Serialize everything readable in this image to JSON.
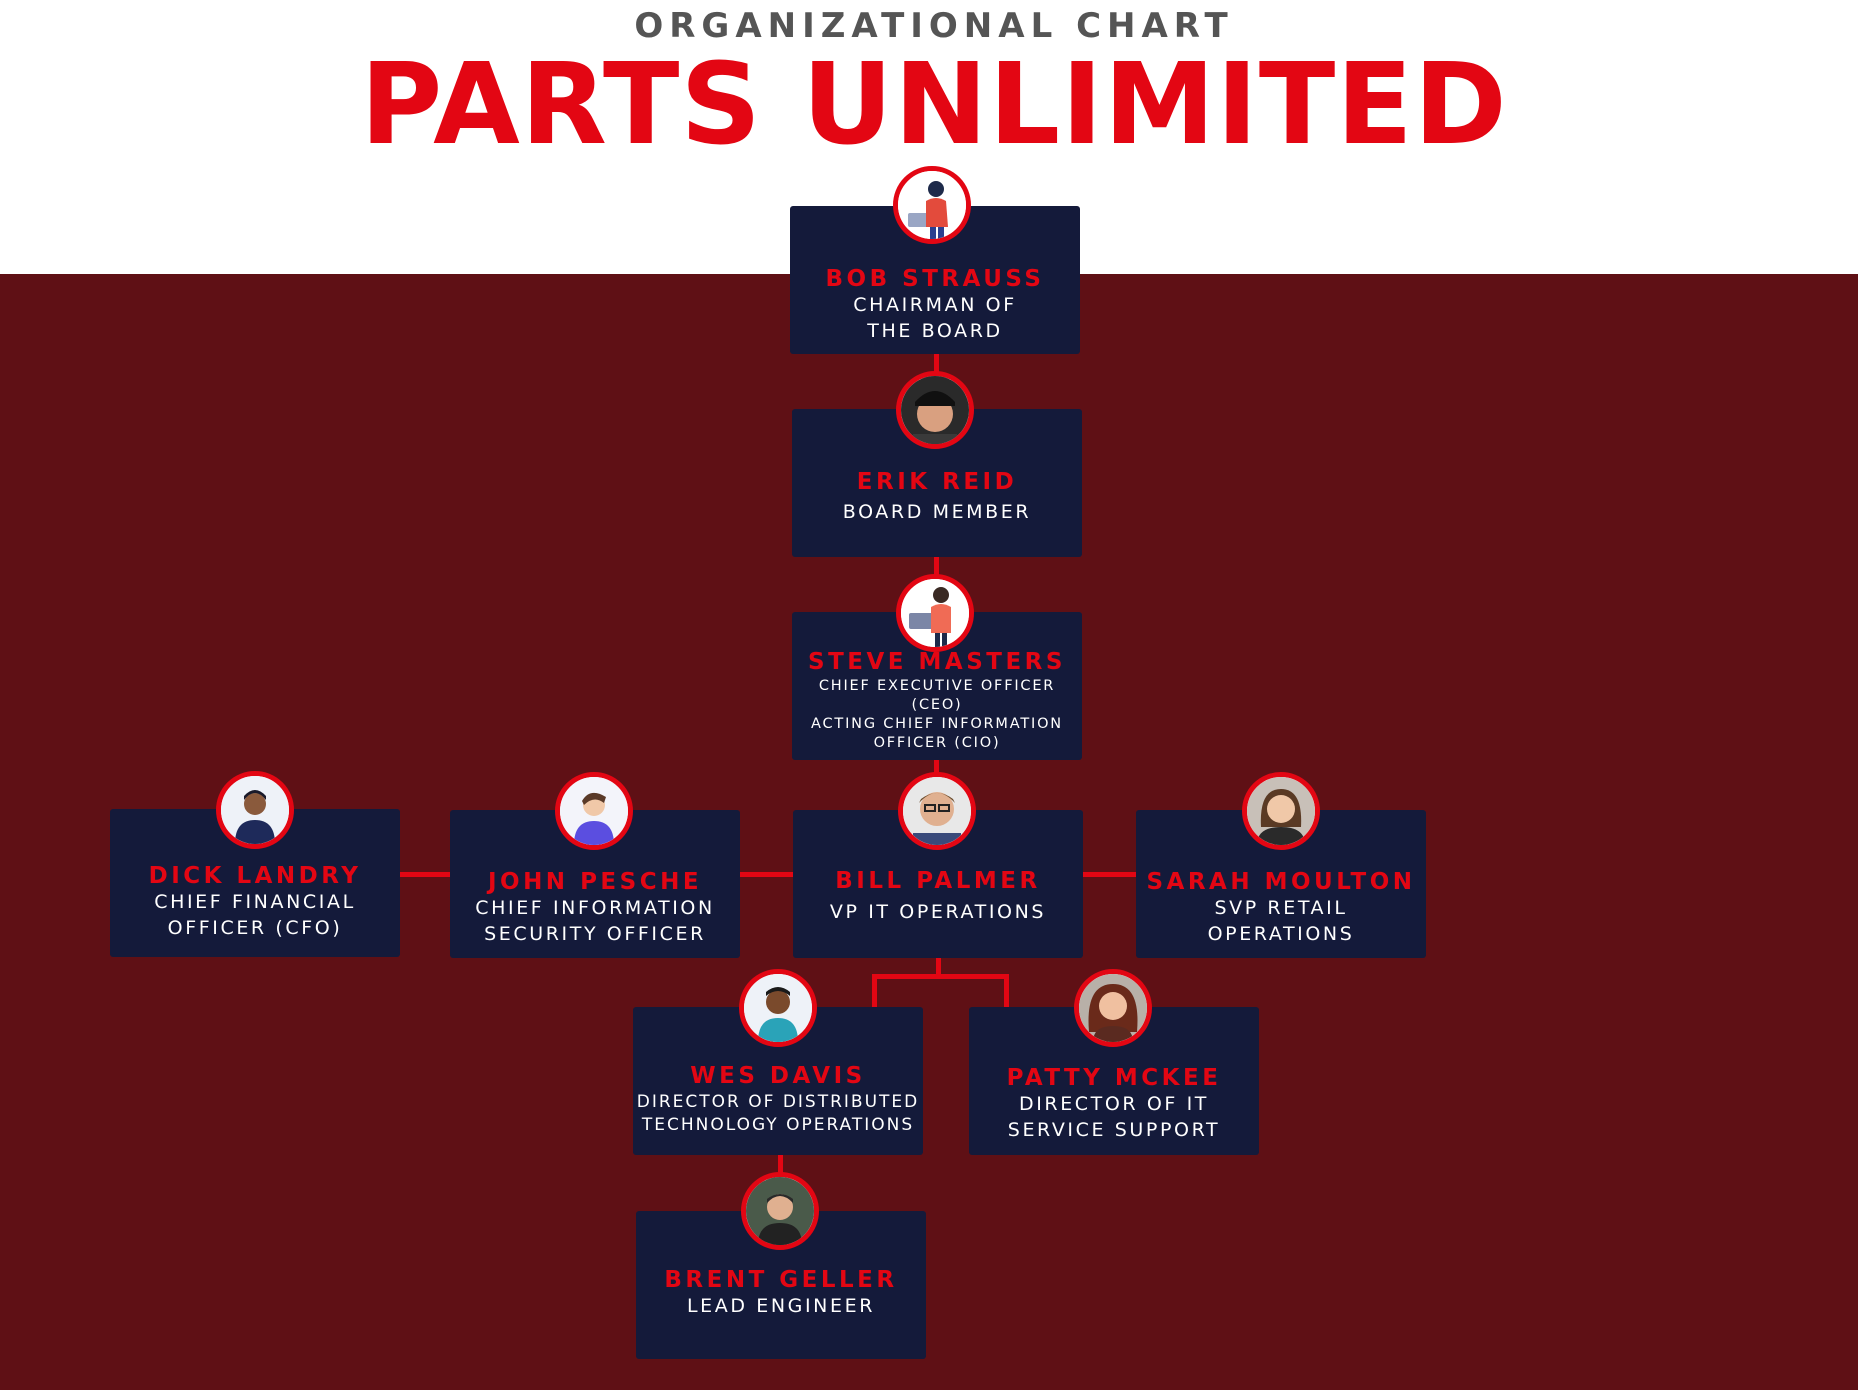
{
  "header": {
    "subtitle": "ORGANIZATIONAL CHART",
    "title": "PARTS UNLIMITED"
  },
  "colors": {
    "accent": "#e30613",
    "background_dark": "#5f1015",
    "card": "#141a3a",
    "subtitle_gray": "#555555"
  },
  "people": {
    "bob_strauss": {
      "name": "BOB STRAUSS",
      "role": "CHAIRMAN OF\nTHE BOARD",
      "avatar_icon": "illustrated-person-icon"
    },
    "erik_reid": {
      "name": "ERIK REID",
      "role": "BOARD MEMBER",
      "avatar_icon": "photo-person-icon"
    },
    "steve_masters": {
      "name": "STEVE MASTERS",
      "role": "CHIEF EXECUTIVE OFFICER (CEO)\nACTING CHIEF INFORMATION\nOFFICER (CIO)",
      "avatar_icon": "illustrated-person-icon"
    },
    "dick_landry": {
      "name": "DICK LANDRY",
      "role": "CHIEF FINANCIAL\nOFFICER (CFO)",
      "avatar_icon": "illustrated-person-icon"
    },
    "john_pesche": {
      "name": "JOHN PESCHE",
      "role": "CHIEF INFORMATION\nSECURITY OFFICER",
      "avatar_icon": "illustrated-person-icon"
    },
    "bill_palmer": {
      "name": "BILL PALMER",
      "role": "VP IT OPERATIONS",
      "avatar_icon": "photo-person-icon"
    },
    "sarah_moulton": {
      "name": "SARAH MOULTON",
      "role": "SVP RETAIL\nOPERATIONS",
      "avatar_icon": "photo-person-icon"
    },
    "wes_davis": {
      "name": "WES DAVIS",
      "role": "DIRECTOR OF DISTRIBUTED\nTECHNOLOGY OPERATIONS",
      "avatar_icon": "illustrated-person-icon"
    },
    "patty_mckee": {
      "name": "PATTY MCKEE",
      "role": "DIRECTOR OF IT\nSERVICE SUPPORT",
      "avatar_icon": "photo-person-icon"
    },
    "brent_geller": {
      "name": "BRENT GELLER",
      "role": "LEAD ENGINEER",
      "avatar_icon": "photo-person-icon"
    }
  }
}
